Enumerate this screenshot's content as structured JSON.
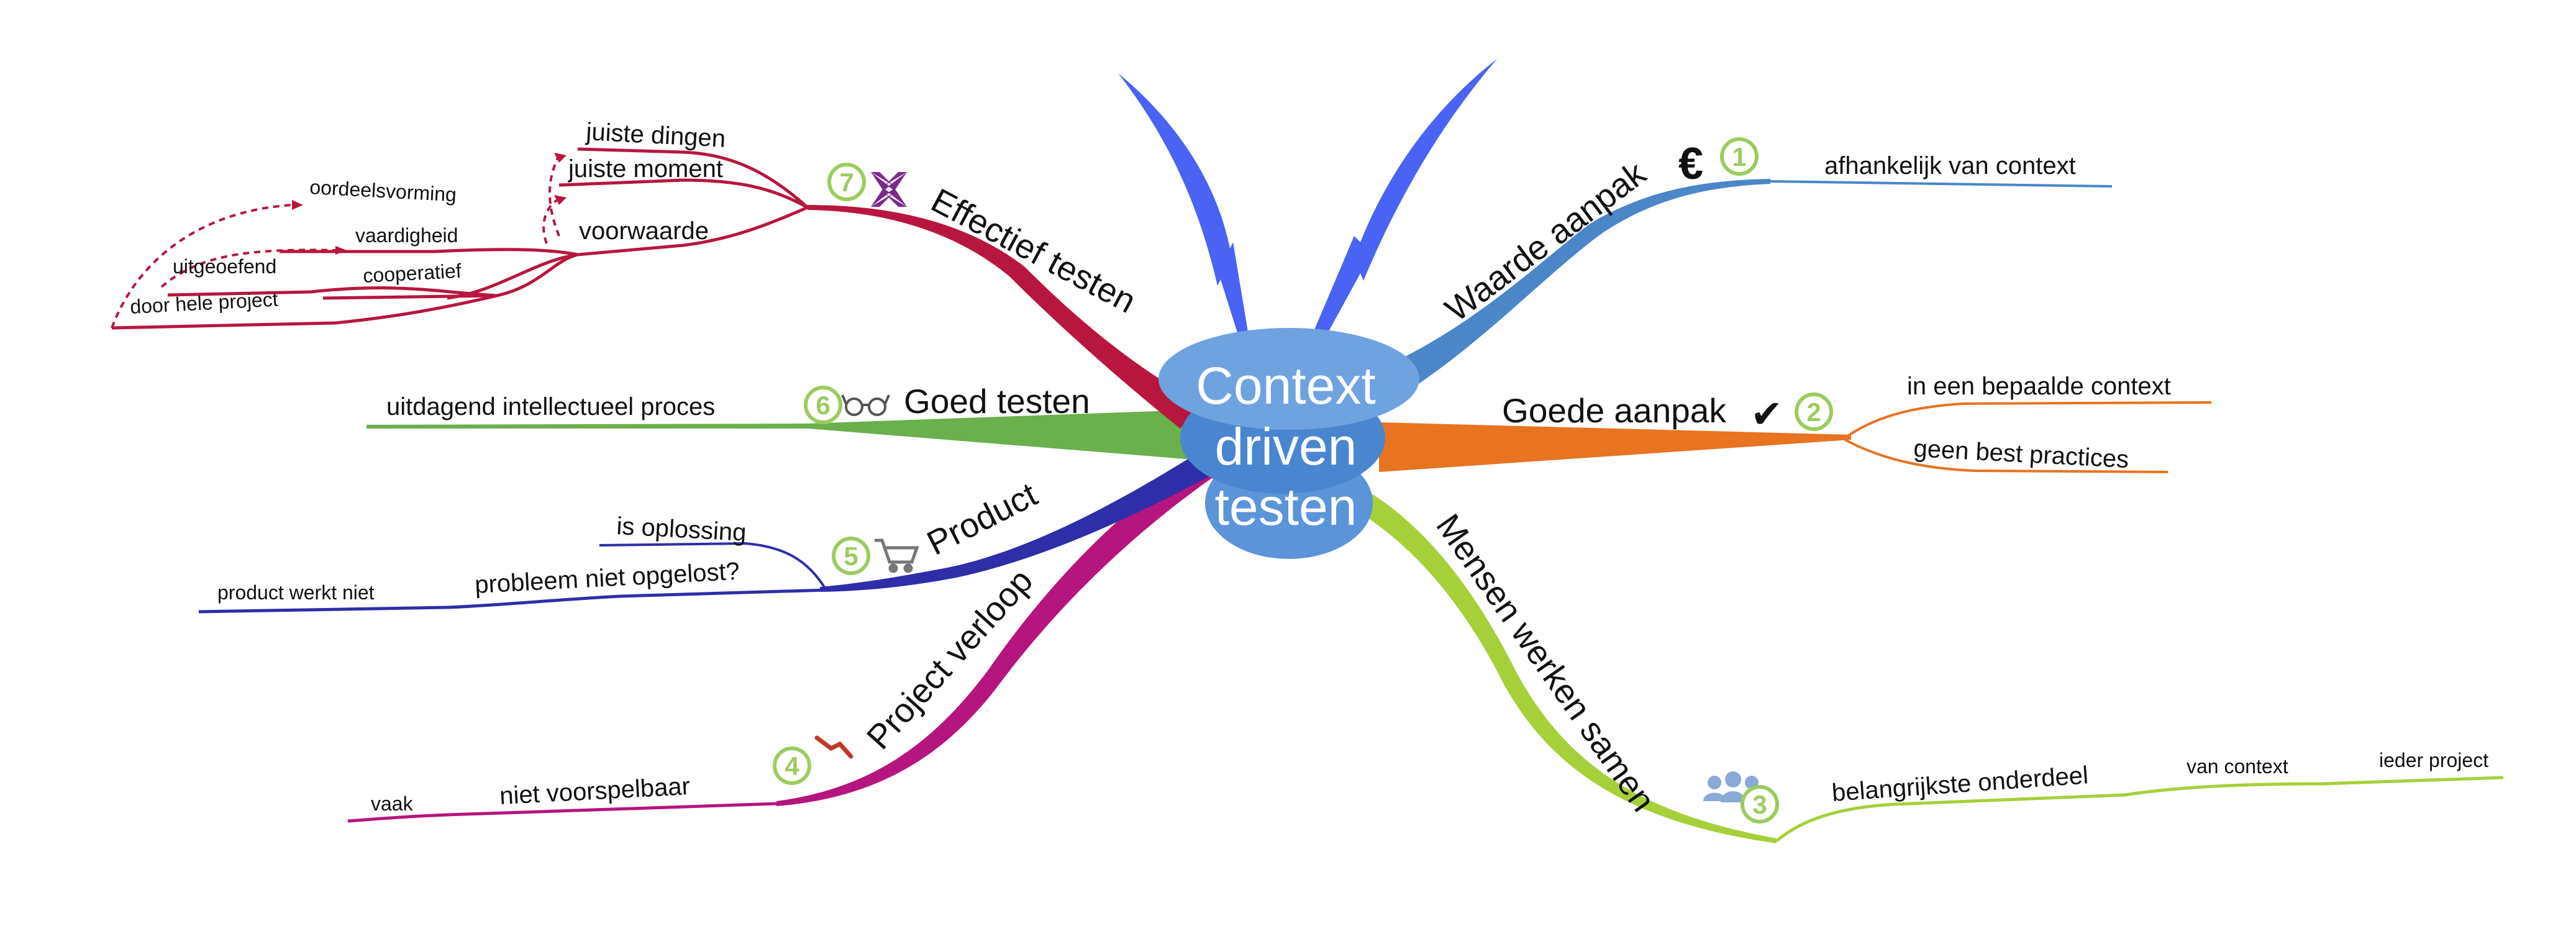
{
  "center": {
    "lines": [
      "Context",
      "driven",
      "testen"
    ]
  },
  "branches": {
    "waarde": {
      "label": "Waarde aanpak",
      "number": "1",
      "color": "#4a86c8",
      "icon": "euro-icon",
      "icon_glyph": "€",
      "children": {
        "c1": "afhankelijk van context"
      }
    },
    "goede": {
      "label": "Goede aanpak",
      "number": "2",
      "color": "#e87320",
      "icon": "checkmark-icon",
      "icon_glyph": "✔",
      "children": {
        "c1": "in een bepaalde context",
        "c2": "geen best practices"
      }
    },
    "mensen": {
      "label": "Mensen werken samen",
      "number": "3",
      "color": "#a6d03a",
      "icon": "people-icon",
      "children": {
        "c1": "belangrijkste onderdeel",
        "c2": "van context",
        "c3": "ieder project"
      }
    },
    "project": {
      "label": "Project verloop",
      "number": "4",
      "color": "#b5157e",
      "icon": "trend-down-icon",
      "children": {
        "c1": "niet voorspelbaar",
        "c2": "vaak"
      }
    },
    "product": {
      "label": "Product",
      "number": "5",
      "color": "#2e2ea8",
      "icon": "cart-icon",
      "children": {
        "c1": "probleem niet opgelost?",
        "c2": "is oplossing",
        "c3": "product werkt niet"
      }
    },
    "goed": {
      "label": "Goed testen",
      "number": "6",
      "color": "#6ab04c",
      "icon": "glasses-icon",
      "children": {
        "c1": "uitdagend intellectueel proces"
      }
    },
    "effectief": {
      "label": "Effectief testen",
      "number": "7",
      "color": "#b7163e",
      "icon": "arrows-inward-icon",
      "children": {
        "c1": "juiste dingen",
        "c2": "juiste moment",
        "c3": "voorwaarde",
        "c4": "cooperatief",
        "c5": "oordeelsvorming",
        "c6": "vaardigheid",
        "c7": "uitgeoefend",
        "c8": "door hele project"
      }
    }
  },
  "colors": {
    "center": "#4a86d0",
    "center_light": "#6fa3e0",
    "top_wings": "#4a63f5",
    "number_ring": "#9ccc5e",
    "effectief_icon": "#7b2a8c"
  }
}
